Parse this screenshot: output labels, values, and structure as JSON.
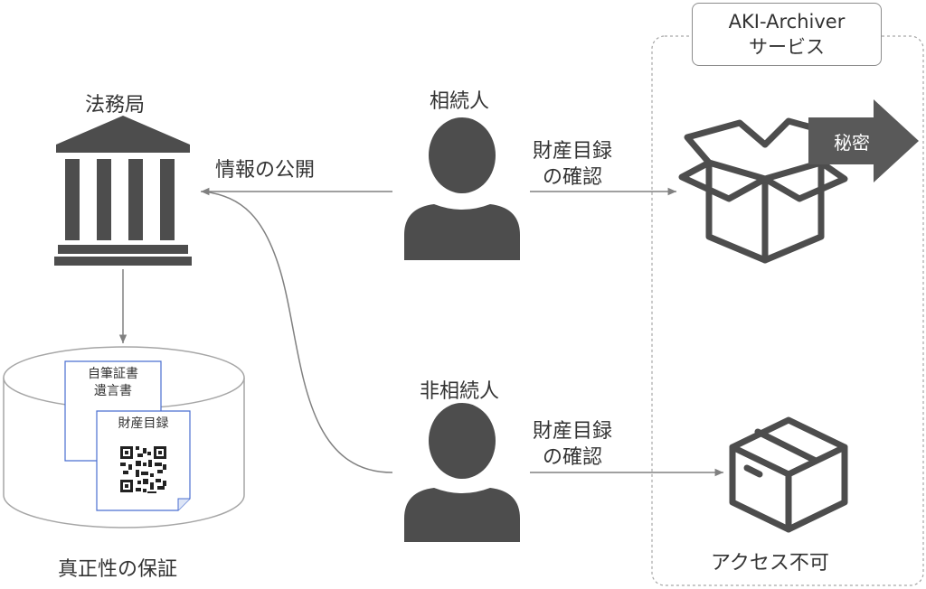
{
  "service": {
    "title_line1": "AKI-Archiver",
    "title_line2": "サービス"
  },
  "nodes": {
    "legal_bureau": "法務局",
    "heir": "相続人",
    "non_heir": "非相続人",
    "authenticity": "真正性の保証",
    "access_denied": "アクセス不可"
  },
  "edges": {
    "publish": "情報の公開",
    "heir_check_line1": "財産目録",
    "heir_check_line2": "の確認",
    "nonheir_check_line1": "財産目録",
    "nonheir_check_line2": "の確認"
  },
  "documents": {
    "will_line1": "自筆証書",
    "will_line2": "遺言書",
    "inventory": "財産目録"
  },
  "secret": "秘密",
  "colors": {
    "icon": "#4d4d4d",
    "line": "#808080",
    "doc_border": "#4a6fd0",
    "secret_arrow": "#595959"
  },
  "icons": [
    "courthouse-icon",
    "person-icon",
    "open-box-icon",
    "closed-box-icon",
    "database-cylinder-icon",
    "qr-code-icon"
  ]
}
